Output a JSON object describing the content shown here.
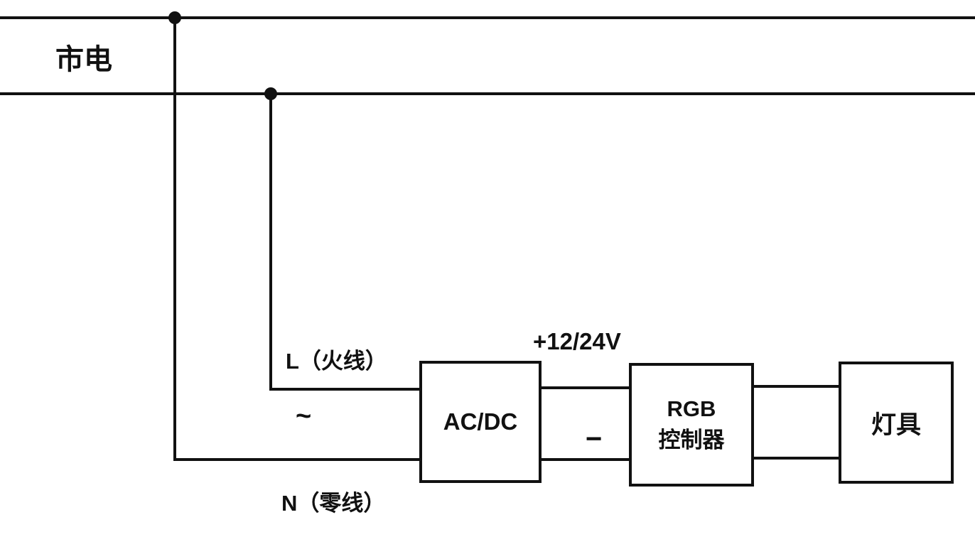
{
  "diagram": {
    "labels": {
      "mains": "市电",
      "live": "L（火线）",
      "ac_tilde": "~",
      "neutral": "N（零线）",
      "voltage": "+12/24V",
      "minus": "−"
    },
    "boxes": {
      "acdc": "AC/DC",
      "rgb_line1": "RGB",
      "rgb_line2": "控制器",
      "lamp": "灯具"
    },
    "colors": {
      "wire": "#111111",
      "background": "#ffffff"
    }
  }
}
